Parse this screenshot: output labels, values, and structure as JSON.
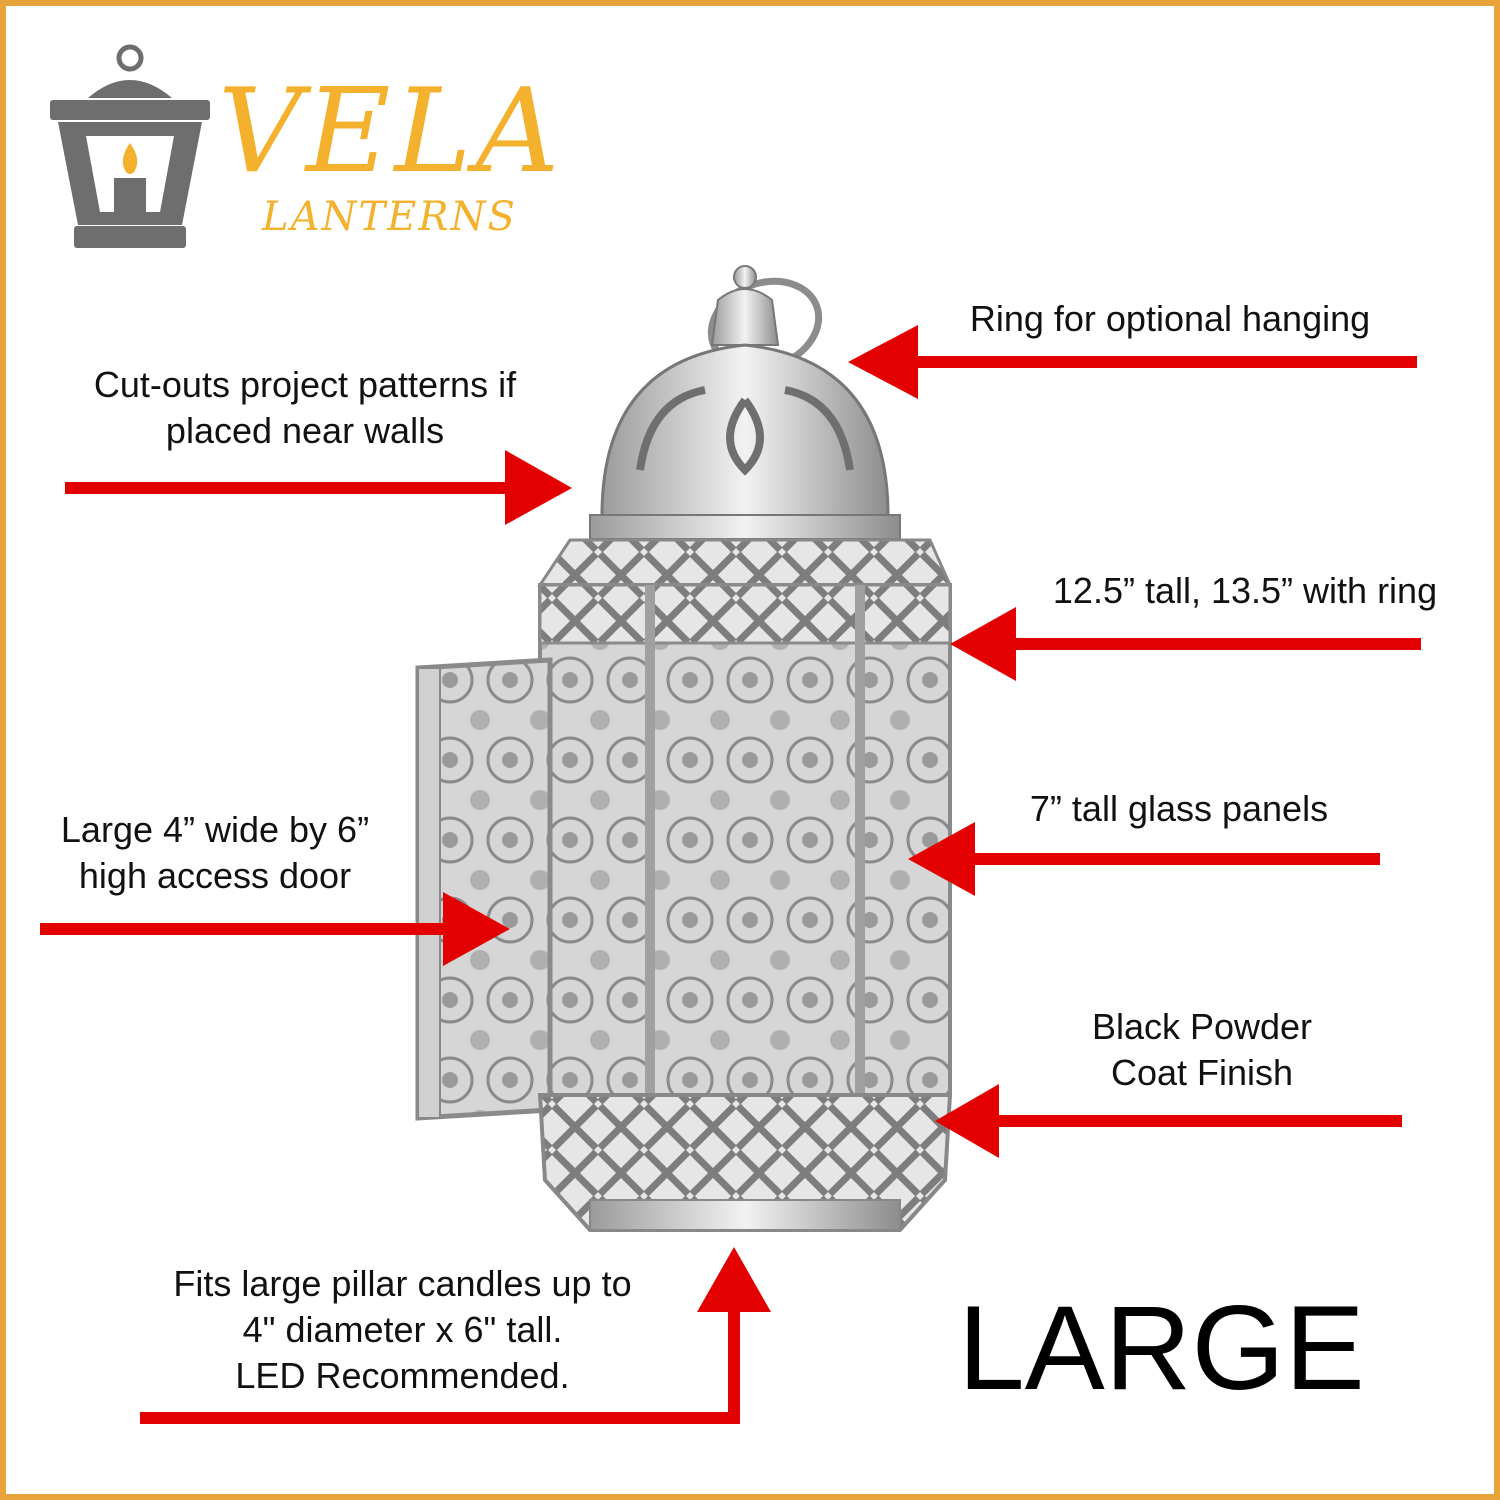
{
  "brand": {
    "name": "VELA",
    "tagline": "LANTERNS",
    "logo_icon": "lantern-logo-icon",
    "colors": {
      "gold": "#F4B12D",
      "gray": "#6E6E6E"
    }
  },
  "callouts": [
    {
      "id": "ring",
      "text": "Ring for optional hanging"
    },
    {
      "id": "cutouts",
      "text": "Cut-outs project patterns if\nplaced near walls"
    },
    {
      "id": "height",
      "text": "12.5” tall, 13.5” with ring"
    },
    {
      "id": "door",
      "text": "Large 4” wide by 6”\nhigh access door"
    },
    {
      "id": "panels",
      "text": "7” tall glass panels"
    },
    {
      "id": "finish",
      "text": "Black Powder\nCoat Finish"
    },
    {
      "id": "candle",
      "text": "Fits large pillar candles up to\n4\" diameter x 6\" tall.\nLED Recommended."
    }
  ],
  "size_label": "LARGE",
  "product_image": "silver-moroccan-lantern",
  "colors": {
    "arrow": "#E30000",
    "border": "#E8A23A",
    "text": "#111111"
  }
}
